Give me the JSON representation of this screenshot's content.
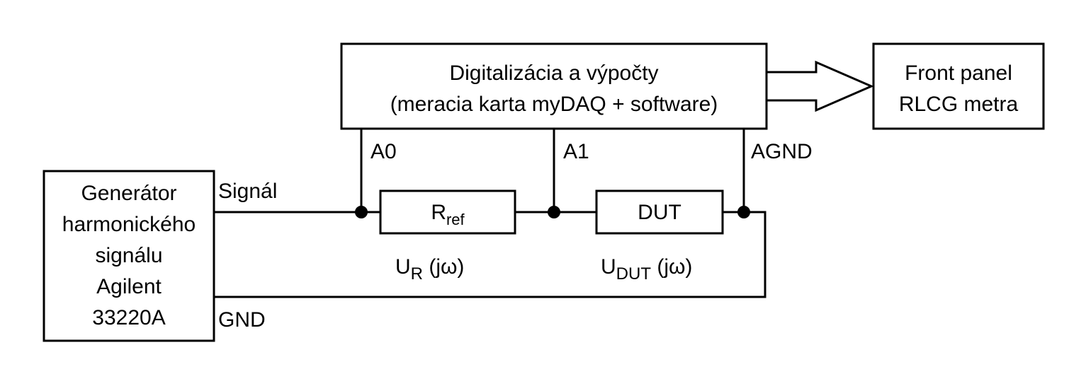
{
  "digitizer": {
    "line1": "Digitalizácia a výpočty",
    "line2": "(meracia karta myDAQ + software)"
  },
  "front_panel": {
    "line1": "Front panel",
    "line2": "RLCG metra"
  },
  "generator": {
    "lines": [
      "Generátor",
      "harmonického",
      "signálu",
      "Agilent",
      "33220A"
    ]
  },
  "ports": {
    "a0": "A0",
    "a1": "A1",
    "agnd": "AGND"
  },
  "wires": {
    "signal": "Signál",
    "gnd": "GND"
  },
  "rref": {
    "main": "R",
    "sub": "ref"
  },
  "dut": {
    "label": "DUT"
  },
  "ur": {
    "main": "U",
    "sub": "R",
    "rest": " (jω)"
  },
  "udut": {
    "main": "U",
    "sub": "DUT",
    "rest": " (jω)"
  },
  "colors": {
    "line": "#000000",
    "background": "#ffffff"
  }
}
